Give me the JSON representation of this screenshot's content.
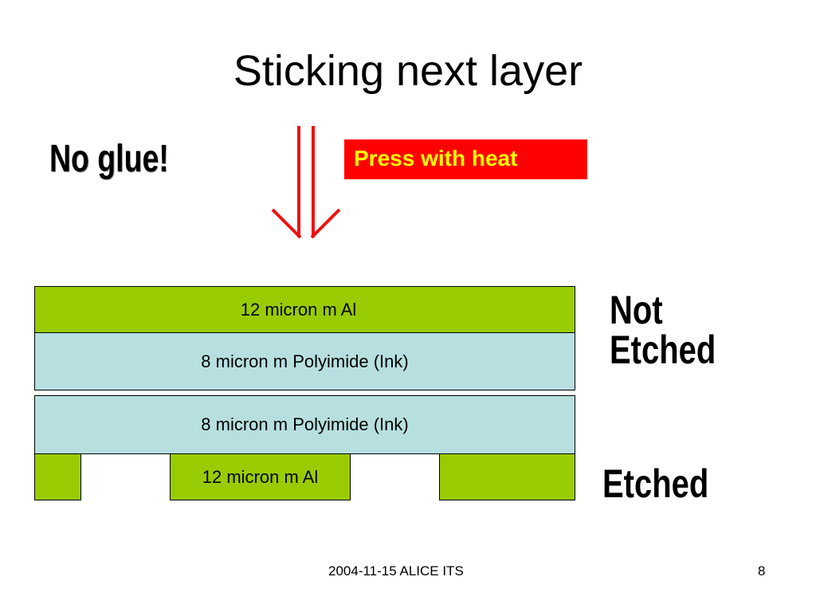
{
  "slide": {
    "title": "Sticking next layer",
    "no_glue": "No glue!",
    "press_label": "Press with heat",
    "not_etched": "Not Etched",
    "etched": "Etched"
  },
  "layers": {
    "top_al": "12 micron m Al",
    "top_polyimide": "8 micron m Polyimide (Ink)",
    "bottom_polyimide": "8 micron m Polyimide (Ink)",
    "bottom_al": "12 micron m Al"
  },
  "colors": {
    "aluminium": "#99cc00",
    "polyimide": "#b7dfe0",
    "press_box": "#ff0000",
    "press_text": "#ffff00",
    "arrow": "#ee1111"
  },
  "footer": {
    "center": "2004-11-15 ALICE ITS",
    "page_number": "8"
  }
}
